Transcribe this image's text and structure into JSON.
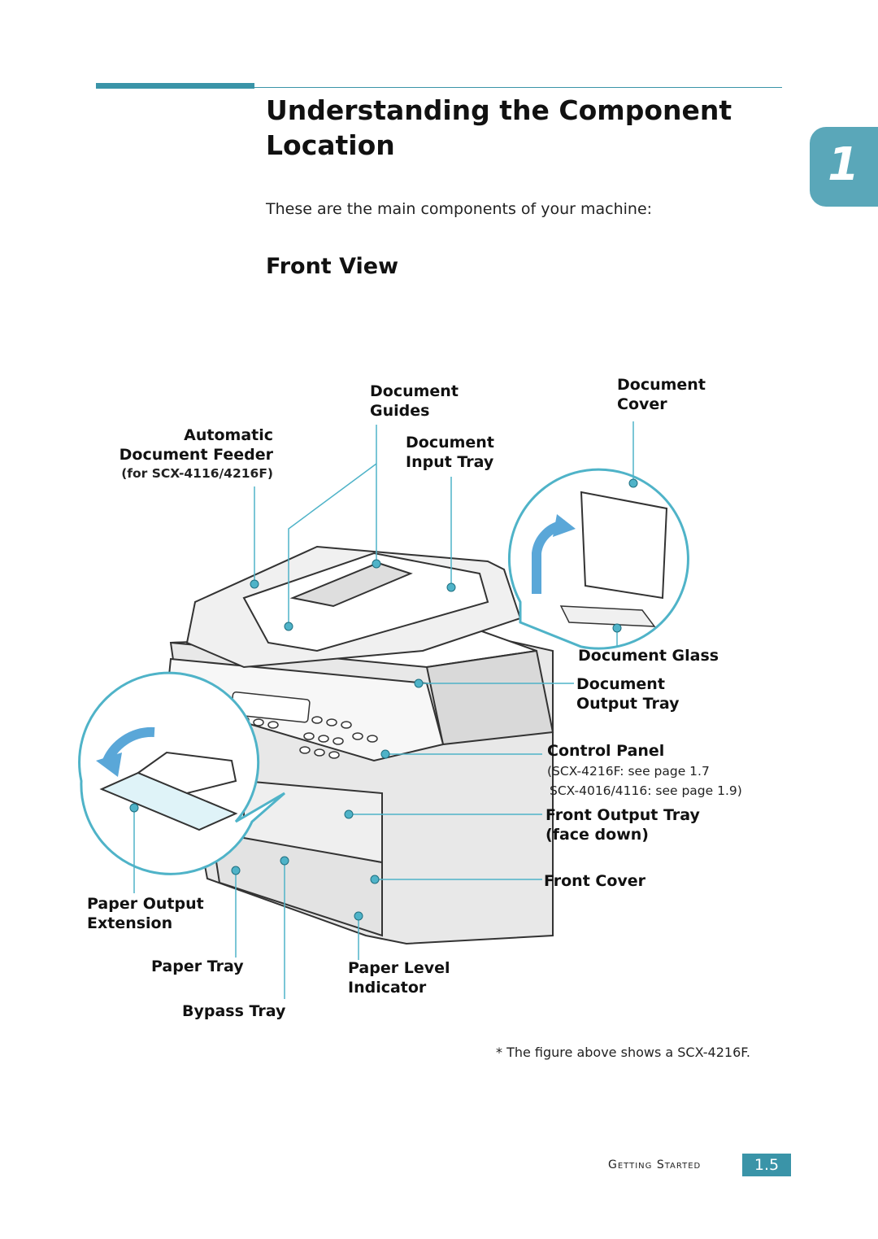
{
  "header": {
    "title": "Understanding the Component Location",
    "chapter_number": "1"
  },
  "intro": "These are the main components of your machine:",
  "section_title": "Front View",
  "callouts": {
    "automatic_document_feeder": {
      "line1": "Automatic",
      "line2": "Document Feeder",
      "note": "(for SCX-4116/4216F)"
    },
    "document_guides": {
      "line1": "Document",
      "line2": "Guides"
    },
    "document_input_tray": {
      "line1": "Document",
      "line2": "Input Tray"
    },
    "document_cover": {
      "line1": "Document",
      "line2": "Cover"
    },
    "document_glass": {
      "line1": "Document Glass"
    },
    "document_output_tray": {
      "line1": "Document",
      "line2": "Output Tray"
    },
    "control_panel": {
      "line1": "Control Panel",
      "note1": "(SCX-4216F: see page 1.7",
      "note2": "SCX-4016/4116: see page 1.9)"
    },
    "front_output_tray": {
      "line1": "Front Output Tray",
      "line2": "(face down)"
    },
    "front_cover": {
      "line1": "Front Cover"
    },
    "paper_output_extension": {
      "line1": "Paper Output",
      "line2": "Extension"
    },
    "paper_tray": {
      "line1": "Paper Tray"
    },
    "paper_level_indicator": {
      "line1": "Paper Level",
      "line2": "Indicator"
    },
    "bypass_tray": {
      "line1": "Bypass Tray"
    }
  },
  "footnote": "* The figure above shows a SCX-4216F.",
  "footer": {
    "section_label": "Getting Started",
    "page_number": "1.5"
  },
  "colors": {
    "accent": "#3a94a8",
    "callout_line": "#4fb3c8",
    "bubble_fill": "#e8f8fb",
    "arrow": "#5aa7d8"
  }
}
